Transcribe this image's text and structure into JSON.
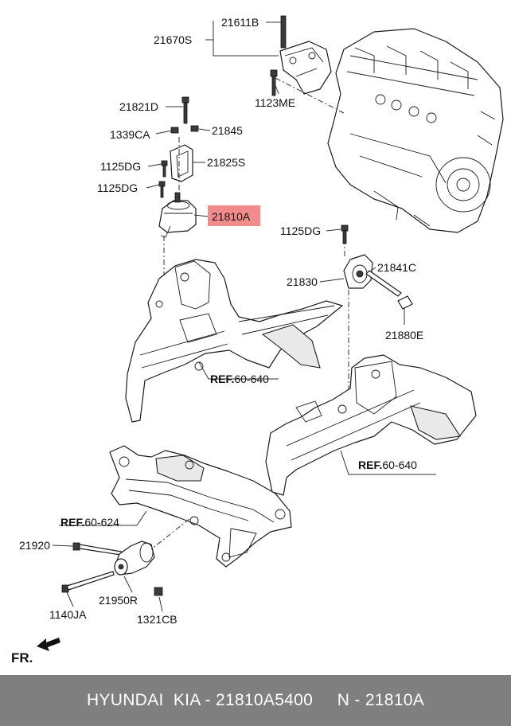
{
  "diagram": {
    "labels": {
      "p21611B": "21611B",
      "p21670S": "21670S",
      "p1123ME": "1123ME",
      "p21821D": "21821D",
      "p1339CA": "1339CA",
      "p21845": "21845",
      "p1125DG_a": "1125DG",
      "p21825S": "21825S",
      "p1125DG_b": "1125DG",
      "p21810A": "21810A",
      "p1125DG_c": "1125DG",
      "p21841C": "21841C",
      "p21830": "21830",
      "p21880E": "21880E",
      "p21920": "21920",
      "p1140JA": "1140JA",
      "p21950R": "21950R",
      "p1321CB": "1321CB"
    },
    "refs": {
      "ref1": {
        "bold": "REF.",
        "num": "60-640"
      },
      "ref2": {
        "bold": "REF.",
        "num": "60-640"
      },
      "ref3": {
        "bold": "REF.",
        "num": "60-624"
      }
    },
    "front_label": "FR.",
    "highlight_color": "#f28b8b"
  },
  "footer": {
    "text": "HYUNDAI  KIA - 21810A5400     N - 21810A"
  }
}
